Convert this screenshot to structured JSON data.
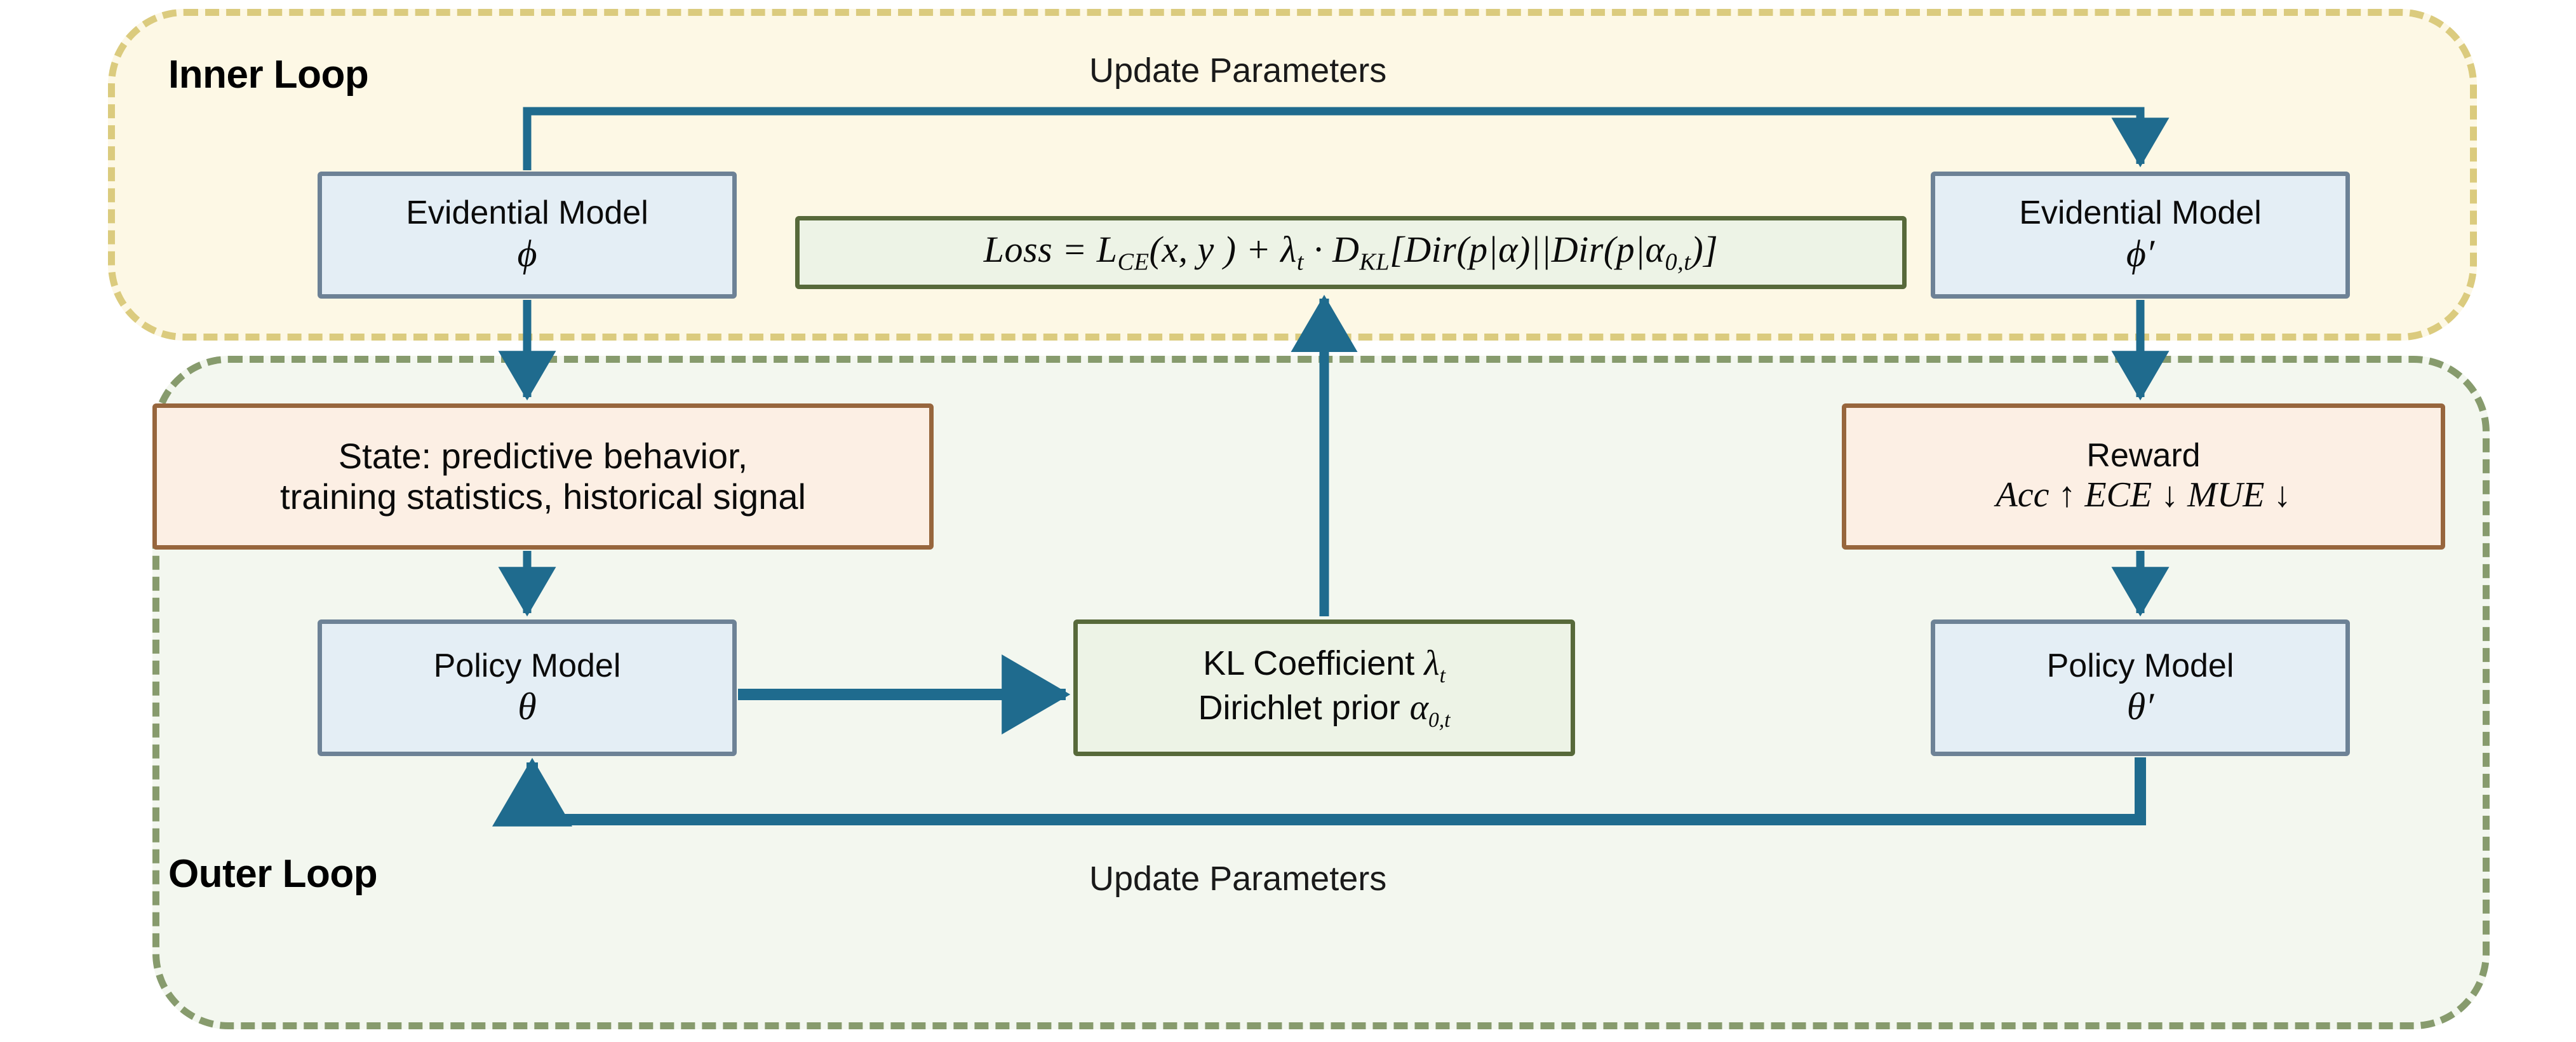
{
  "diagram": {
    "title": "Inner Loop / Outer Loop bi-level training diagram",
    "colors": {
      "inner_loop_border": "#dbcb7e",
      "inner_loop_fill": "#fdf8e5",
      "outer_loop_border": "#879b6d",
      "outer_loop_fill": "#f3f7ef",
      "arrow": "#1f6b8e",
      "blue_node_border": "#6d8296",
      "blue_node_fill": "#e4eef5",
      "green_node_border": "#57693a",
      "green_node_fill": "#edf3e6",
      "peach_node_border": "#97663d",
      "peach_node_fill": "#fcefe4"
    }
  },
  "inner_loop": {
    "title": "Inner Loop",
    "update_label": "Update Parameters",
    "nodes": {
      "evidential_model": {
        "line1": "Evidential Model",
        "line2": "ϕ"
      },
      "evidential_model_prime": {
        "line1": "Evidential Model",
        "line2": "ϕ′"
      },
      "loss": {
        "full_text": "Loss = L_CE(x, y ) + λ_t · D_KL[Dir(p|α)||Dir(p|α_0,t)]",
        "p1": "Loss = L",
        "p1sub": "CE",
        "p2": "(x, y ) + λ",
        "p2sub": "t",
        "p3": " · D",
        "p3sub": "KL",
        "p4": "[Dir(p|α)||Dir(p|α",
        "p4sub": "0,t",
        "p5": ")]"
      }
    }
  },
  "outer_loop": {
    "title": "Outer Loop",
    "update_label": "Update Parameters",
    "nodes": {
      "state": {
        "line1": "State: predictive behavior,",
        "line2": "training statistics, historical signal"
      },
      "reward": {
        "line1": "Reward",
        "line2": "Acc ↑ ECE ↓ MUE ↓"
      },
      "policy_model": {
        "line1": "Policy Model",
        "line2": "θ"
      },
      "policy_model_prime": {
        "line1": "Policy Model",
        "line2": "θ′"
      },
      "kl_coefficient": {
        "line1_a": "KL Coefficient ",
        "line1_b": "λ",
        "line1_sub": "t",
        "line2_a": "Dirichlet prior ",
        "line2_b": "α",
        "line2_sub": "0,t"
      }
    }
  },
  "arrows": [
    {
      "name": "phi-to-phi-prime-update",
      "from": "evidential-model-phi",
      "to": "evidential-model-phi-prime",
      "label": "Update Parameters"
    },
    {
      "name": "phi-to-state",
      "from": "evidential-model-phi",
      "to": "state-box"
    },
    {
      "name": "phi-prime-to-reward",
      "from": "evidential-model-phi-prime",
      "to": "reward-box"
    },
    {
      "name": "state-to-policy-theta",
      "from": "state-box",
      "to": "policy-model-theta"
    },
    {
      "name": "reward-to-policy-theta-prime",
      "from": "reward-box",
      "to": "policy-model-theta-prime"
    },
    {
      "name": "policy-theta-to-kl-coefficient",
      "from": "policy-model-theta",
      "to": "kl-coefficient-box"
    },
    {
      "name": "kl-coefficient-to-loss",
      "from": "kl-coefficient-box",
      "to": "loss-equation-box"
    },
    {
      "name": "theta-prime-to-theta-update",
      "from": "policy-model-theta-prime",
      "to": "policy-model-theta",
      "label": "Update Parameters"
    }
  ]
}
